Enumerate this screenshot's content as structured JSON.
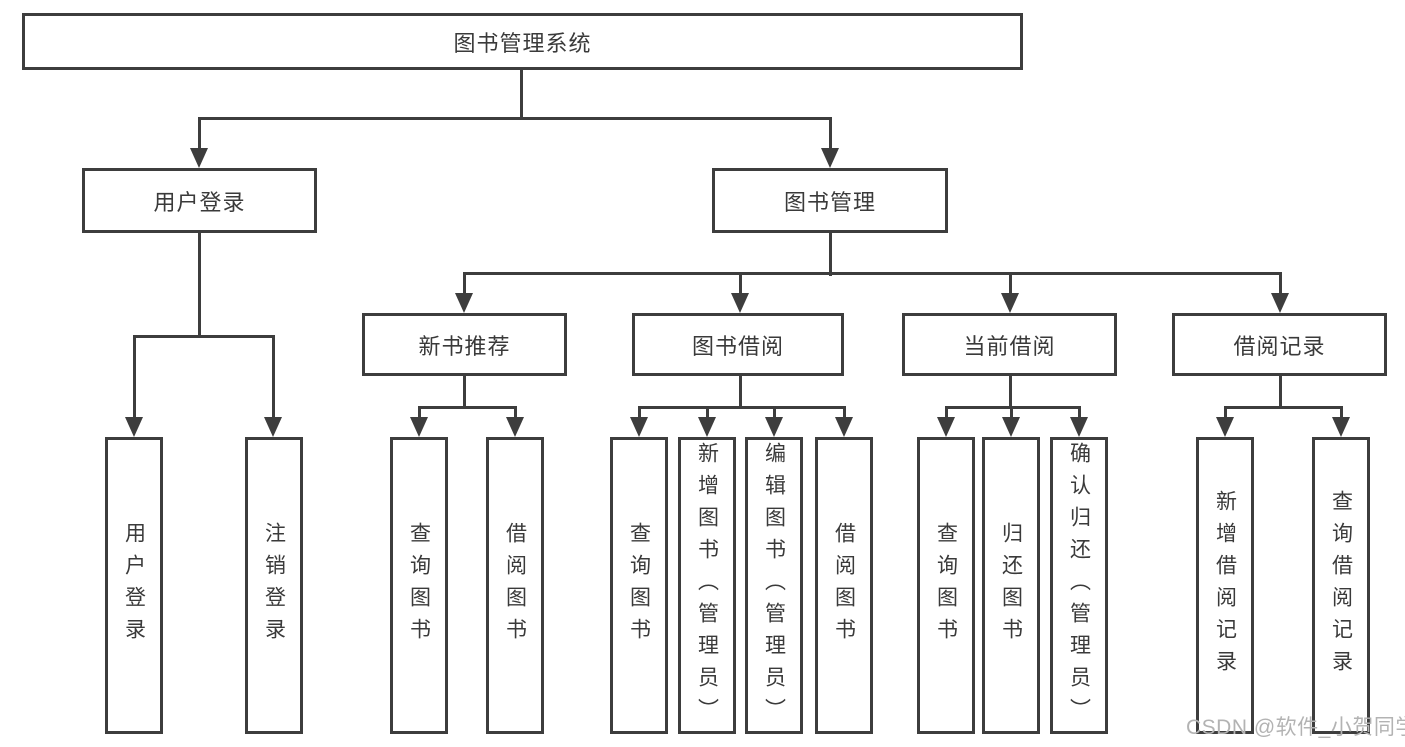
{
  "diagram": {
    "type": "hierarchy-tree",
    "tree": {
      "label": "图书管理系统",
      "children": [
        {
          "label": "用户登录",
          "children": [
            {
              "label": "用户登录"
            },
            {
              "label": "注销登录"
            }
          ]
        },
        {
          "label": "图书管理",
          "children": [
            {
              "label": "新书推荐",
              "children": [
                {
                  "label": "查询图书"
                },
                {
                  "label": "借阅图书"
                }
              ]
            },
            {
              "label": "图书借阅",
              "children": [
                {
                  "label": "查询图书"
                },
                {
                  "label": "新增图书（管理员）"
                },
                {
                  "label": "编辑图书（管理员）"
                },
                {
                  "label": "借阅图书"
                }
              ]
            },
            {
              "label": "当前借阅",
              "children": [
                {
                  "label": "查询图书"
                },
                {
                  "label": "归还图书"
                },
                {
                  "label": "确认归还（管理员）"
                }
              ]
            },
            {
              "label": "借阅记录",
              "children": [
                {
                  "label": "新增借阅记录"
                },
                {
                  "label": "查询借阅记录"
                }
              ]
            }
          ]
        }
      ]
    },
    "colors": {
      "line": "#3d3d3d",
      "box_border": "#3d3d3d",
      "text": "#3a3a3a",
      "background": "#ffffff",
      "watermark": "#b3b3b3"
    }
  },
  "watermark": {
    "text": "CSDN @软件_小贺同学"
  }
}
